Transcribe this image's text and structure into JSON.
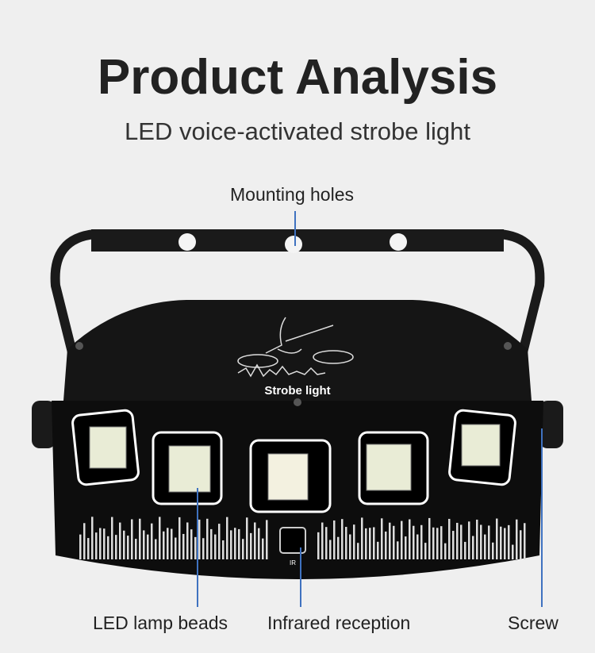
{
  "header": {
    "title": "Product Analysis",
    "subtitle": "LED voice-activated strobe light"
  },
  "callouts": {
    "mounting_holes": "Mounting holes",
    "led_lamp_beads": "LED lamp beads",
    "infrared_reception": "Infrared reception",
    "screw": "Screw"
  },
  "product": {
    "printed_label": "Strobe light",
    "ir_label": "IR"
  },
  "colors": {
    "background": "#efefef",
    "callout_line": "#3f72c0",
    "body": "#111111"
  }
}
